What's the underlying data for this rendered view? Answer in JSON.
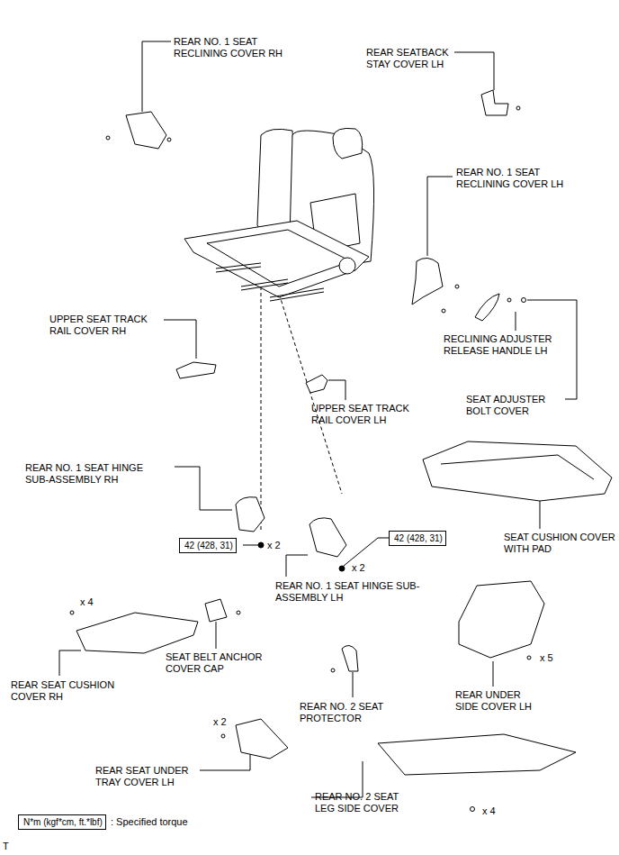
{
  "diagram": {
    "nodes": [
      {
        "text": [
          "42 (428, 31)"
        ]
      },
      {
        "text": [
          "42 (428, 31)"
        ]
      },
      {
        "text": [
          "N*m (kgf*cm, ft.*lbf)"
        ]
      }
    ],
    "labels": [
      "REAR NO. 1 SEAT RECLINING COVER RH",
      "REAR SEATBACK STAY COVER LH",
      "REAR NO. 1 SEAT RECLINING COVER LH",
      "UPPER SEAT TRACK RAIL COVER RH",
      "RECLINING ADJUSTER RELEASE HANDLE LH",
      "SEAT ADJUSTER BOLT COVER",
      "UPPER SEAT TRACK RAIL COVER LH",
      "REAR NO. 1 SEAT HINGE SUB-ASSEMBLY RH",
      "SEAT CUSHION COVER WITH PAD",
      "x 2",
      "REAR NO. 1 SEAT HINGE SUB-ASSEMBLY LH",
      "x 2",
      "x 4",
      "SEAT BELT ANCHOR COVER CAP",
      "REAR SEAT CUSHION COVER RH",
      "x 5",
      "REAR UNDER SIDE COVER LH",
      "REAR NO. 2 SEAT PROTECTOR",
      "x 2",
      "REAR SEAT UNDER TRAY COVER LH",
      "REAR NO. 2 SEAT LEG SIDE COVER",
      "x 4",
      "T"
    ],
    "legend": [
      {
        "text": ": Specified torque"
      }
    ]
  }
}
